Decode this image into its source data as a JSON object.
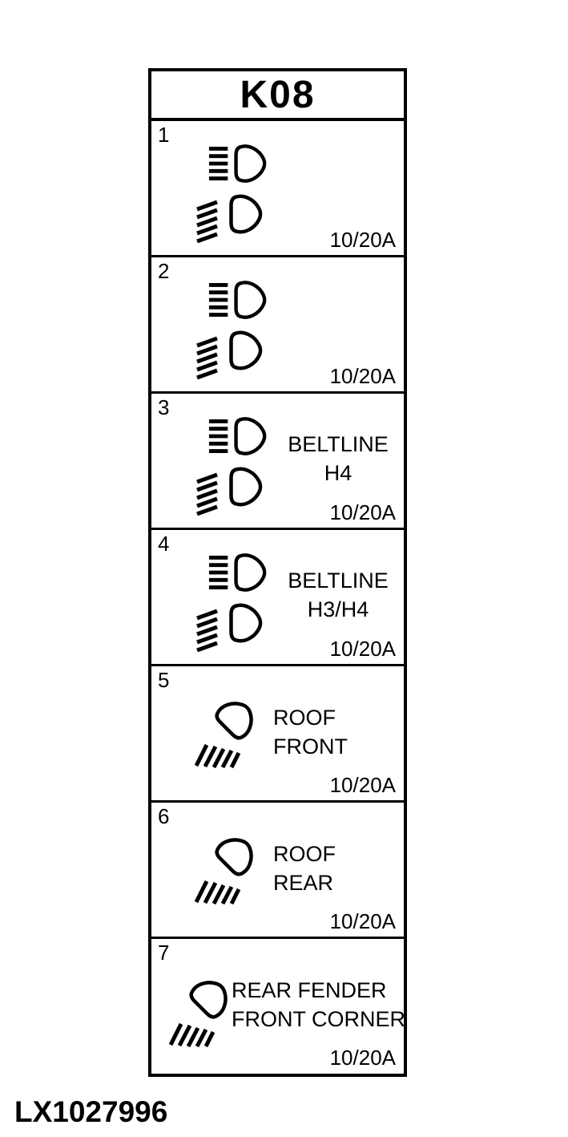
{
  "colors": {
    "ink": "#000000",
    "background": "#ffffff"
  },
  "fuse_box": {
    "title": "K08",
    "rows": [
      {
        "number": "1",
        "icons": [
          "high-beam-icon",
          "low-beam-icon"
        ],
        "label_line1": "",
        "label_line2": "",
        "rating": "10/20A"
      },
      {
        "number": "2",
        "icons": [
          "high-beam-icon",
          "low-beam-icon"
        ],
        "label_line1": "",
        "label_line2": "",
        "rating": "10/20A"
      },
      {
        "number": "3",
        "icons": [
          "high-beam-icon",
          "low-beam-icon"
        ],
        "label_line1": "BELTLINE",
        "label_line2": "H4",
        "rating": "10/20A"
      },
      {
        "number": "4",
        "icons": [
          "high-beam-icon",
          "low-beam-icon"
        ],
        "label_line1": "BELTLINE",
        "label_line2": "H3/H4",
        "rating": "10/20A"
      },
      {
        "number": "5",
        "icons": [
          "work-light-icon"
        ],
        "label_line1": "ROOF",
        "label_line2": "FRONT",
        "rating": "10/20A"
      },
      {
        "number": "6",
        "icons": [
          "work-light-icon"
        ],
        "label_line1": "ROOF",
        "label_line2": "REAR",
        "rating": "10/20A"
      },
      {
        "number": "7",
        "icons": [
          "work-light-icon"
        ],
        "label_line1": "REAR FENDER",
        "label_line2": "FRONT CORNER",
        "rating": "10/20A"
      }
    ]
  },
  "footer": {
    "figure_id": "LX1027996"
  }
}
